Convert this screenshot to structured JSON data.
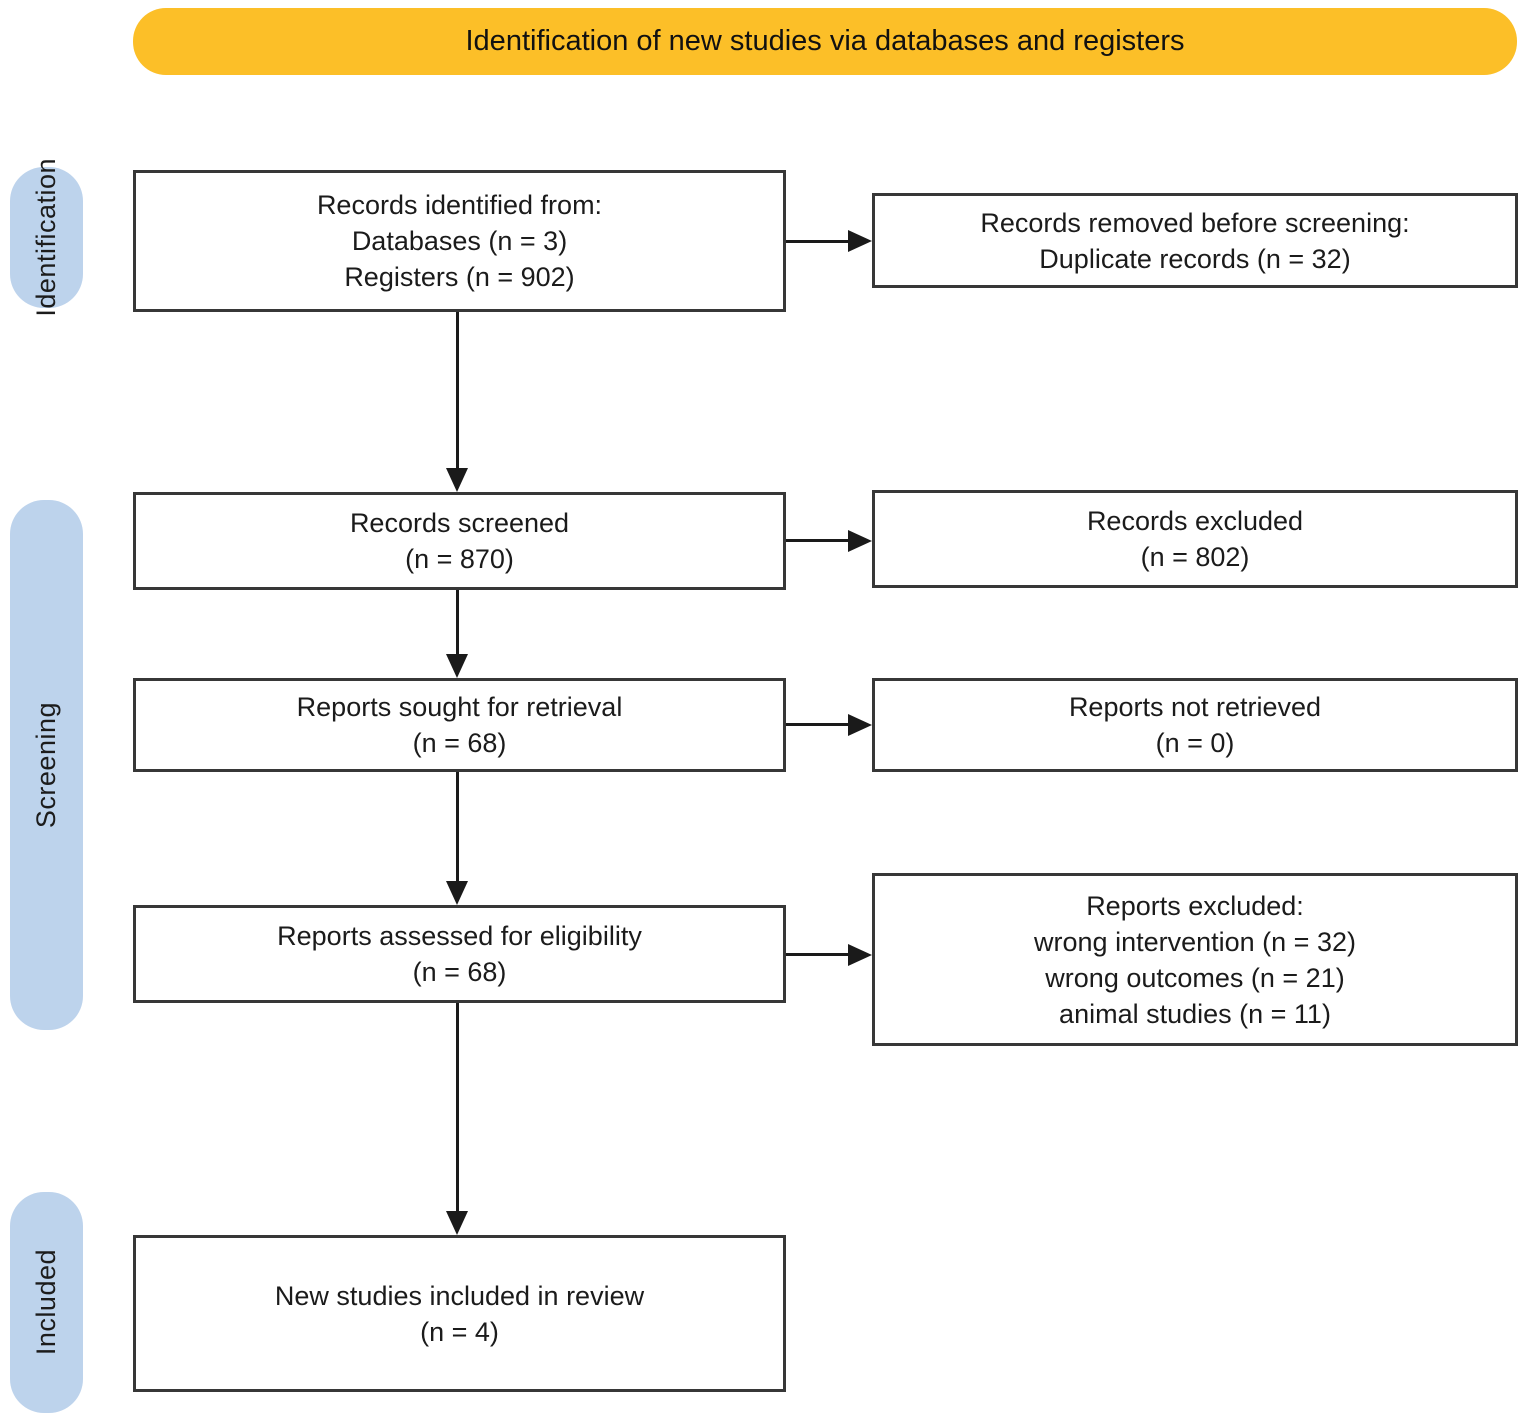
{
  "banner": {
    "label": "Identification of new studies via databases and registers"
  },
  "stages": [
    {
      "label": "Identification"
    },
    {
      "label": "Screening"
    },
    {
      "label": "Included"
    }
  ],
  "boxes": {
    "records_identified": {
      "lines": [
        "Records identified from:",
        "Databases (n = 3)",
        "Registers (n = 902)"
      ]
    },
    "records_removed": {
      "lines": [
        "Records removed before screening:",
        "Duplicate records (n = 32)"
      ]
    },
    "records_screened": {
      "lines": [
        "Records screened",
        "(n = 870)"
      ]
    },
    "records_excluded": {
      "lines": [
        "Records excluded",
        "(n = 802)"
      ]
    },
    "reports_sought": {
      "lines": [
        "Reports sought for retrieval",
        "(n = 68)"
      ]
    },
    "reports_not_retrieved": {
      "lines": [
        "Reports not retrieved",
        "(n = 0)"
      ]
    },
    "reports_assessed": {
      "lines": [
        "Reports assessed for eligibility",
        "(n = 68)"
      ]
    },
    "reports_excluded": {
      "lines": [
        "Reports excluded:",
        "wrong intervention (n = 32)",
        "wrong outcomes (n = 21)",
        "animal studies (n = 11)"
      ]
    },
    "new_studies_included": {
      "lines": [
        "New studies included in review",
        "(n = 4)"
      ]
    }
  },
  "colors": {
    "banner_bg": "#fcbf28",
    "stage_bg": "#bdd3ec",
    "box_border": "#373737",
    "arrow": "#1a1a1a"
  }
}
